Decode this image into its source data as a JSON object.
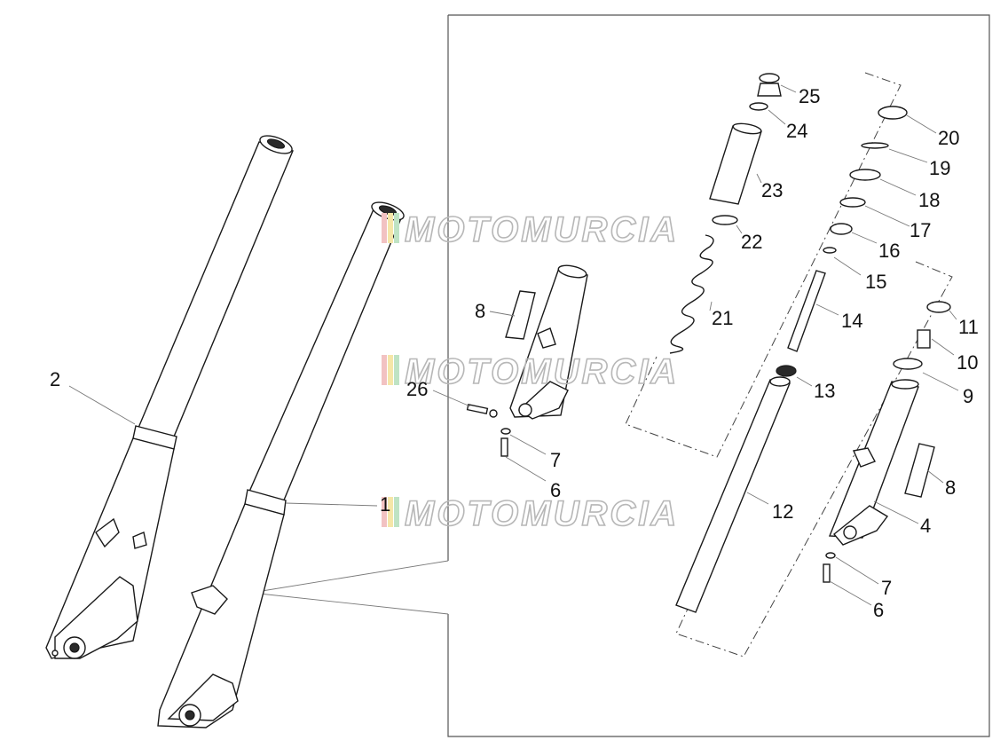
{
  "watermark": {
    "text": "MOTOMURCIA",
    "stripe_colors": [
      "#f2c2c2",
      "#f5e6a8",
      "#bfe3c4"
    ]
  },
  "labels": {
    "l1": "1",
    "l2": "2",
    "l4": "4",
    "l6a": "6",
    "l6b": "6",
    "l7a": "7",
    "l7b": "7",
    "l8a": "8",
    "l8b": "8",
    "l9": "9",
    "l10": "10",
    "l11": "11",
    "l12": "12",
    "l13": "13",
    "l14": "14",
    "l15": "15",
    "l16": "16",
    "l17": "17",
    "l18": "18",
    "l19": "19",
    "l20": "20",
    "l21": "21",
    "l22": "22",
    "l23": "23",
    "l24": "24",
    "l25": "25",
    "l26": "26"
  }
}
